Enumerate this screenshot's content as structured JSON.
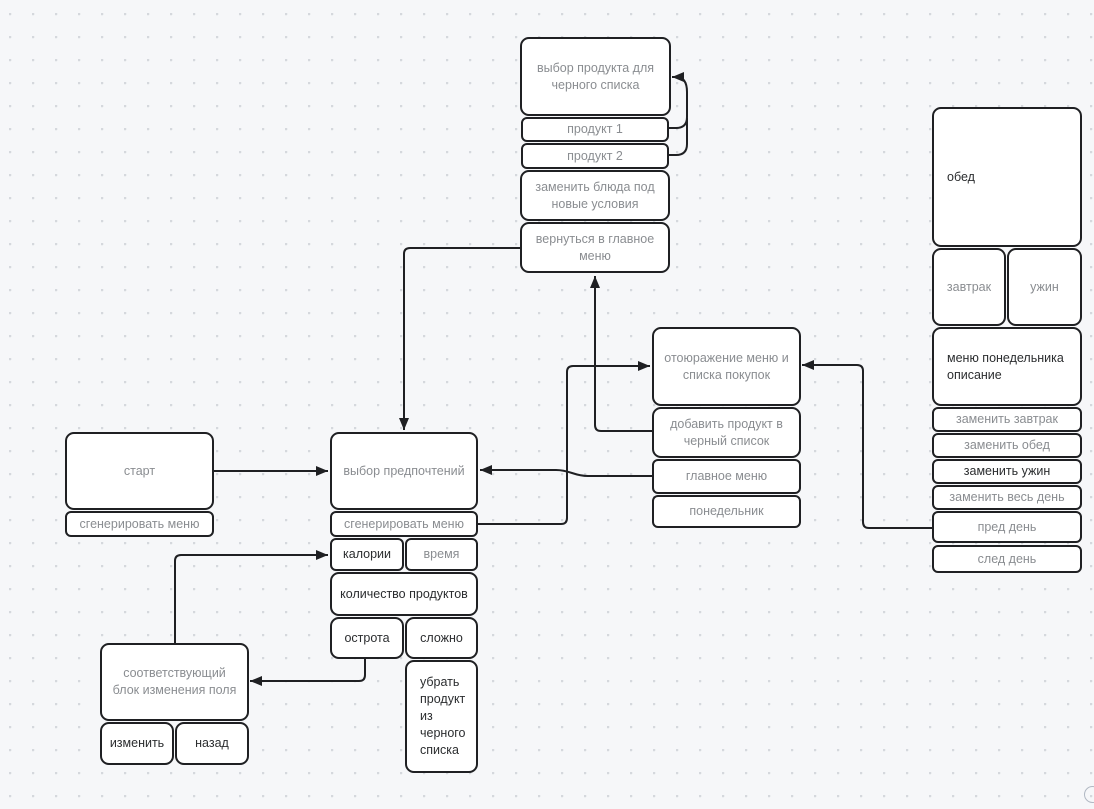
{
  "app": {
    "type": "flowchart-whiteboard",
    "language": "ru"
  },
  "colors": {
    "background": "#f6f7f9",
    "grid_dot": "#d5d8dd",
    "box_fill": "#ffffff",
    "box_border": "#1f2023",
    "connector": "#1f2023",
    "text_gray": "#8a8d91",
    "text_dark": "#2b2d2f"
  },
  "nodes": {
    "product_select": {
      "label": "выбор продукта для черного списка"
    },
    "product1": {
      "label": "продукт 1"
    },
    "product2": {
      "label": "продукт 2"
    },
    "replace_dishes": {
      "label": "заменить блюда под новые условия"
    },
    "back_to_main": {
      "label": "вернуться в главное меню"
    },
    "lunch": {
      "label": "обед"
    },
    "breakfast": {
      "label": "завтрак"
    },
    "dinner": {
      "label": "ужин"
    },
    "monday_menu_desc": {
      "label": "меню понедельника описание"
    },
    "swap_breakfast": {
      "label": "заменить завтрак"
    },
    "swap_lunch": {
      "label": "заменить обед"
    },
    "swap_dinner": {
      "label": "заменить ужин"
    },
    "swap_whole_day": {
      "label": "заменить весь день"
    },
    "prev_day": {
      "label": "пред день"
    },
    "next_day": {
      "label": "след день"
    },
    "menu_display": {
      "label": "отоюражение меню и списка покупок"
    },
    "add_to_blacklist": {
      "label": "добавить продукт в черный список"
    },
    "main_menu": {
      "label": "главное меню"
    },
    "monday": {
      "label": "понедельник"
    },
    "start": {
      "label": "старт"
    },
    "generate_menu_left": {
      "label": "сгенерировать меню"
    },
    "preferences": {
      "label": "выбор предпочтений"
    },
    "generate_menu_center": {
      "label": "сгенерировать меню"
    },
    "calories": {
      "label": "калории"
    },
    "time": {
      "label": "время"
    },
    "product_count": {
      "label": "количество продуктов"
    },
    "spiciness": {
      "label": "острота"
    },
    "difficulty": {
      "label": "сложно"
    },
    "remove_from_blacklist": {
      "label": "убрать продукт из черного списка"
    },
    "field_edit_block": {
      "label": "соответствующий блок изменения поля"
    },
    "edit": {
      "label": "изменить"
    },
    "back": {
      "label": "назад"
    }
  }
}
